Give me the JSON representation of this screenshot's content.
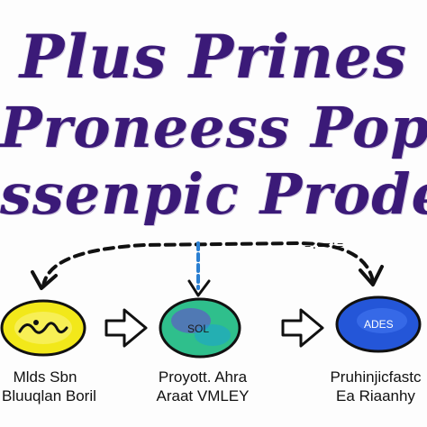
{
  "title": {
    "line1": "Plus Prines",
    "line2": "Proneess Popen",
    "line3": "ssenpic Prodes"
  },
  "nodes": [
    {
      "label": "",
      "fill": "#f2e81a",
      "accent": "#cfc30f"
    },
    {
      "label": "SOL",
      "fill": "#2fbf8c",
      "accent": "#6c3fd6"
    },
    {
      "label": "ADES",
      "fill": "#2456d8",
      "accent": "#173aa6"
    }
  ],
  "connector_label": "=:==:=",
  "captions": [
    {
      "line1": "Mlds Sbn",
      "line2": "Bluuqlan Boril"
    },
    {
      "line1": "Proyott. Ahra",
      "line2": "Araat VMLEY"
    },
    {
      "line1": "Pruhinjicfastc",
      "line2": "Ea Riaanhy"
    }
  ],
  "colors": {
    "title_ink": "#3b1a78",
    "outline": "#111111",
    "arrow_fill": "#ffffff"
  }
}
